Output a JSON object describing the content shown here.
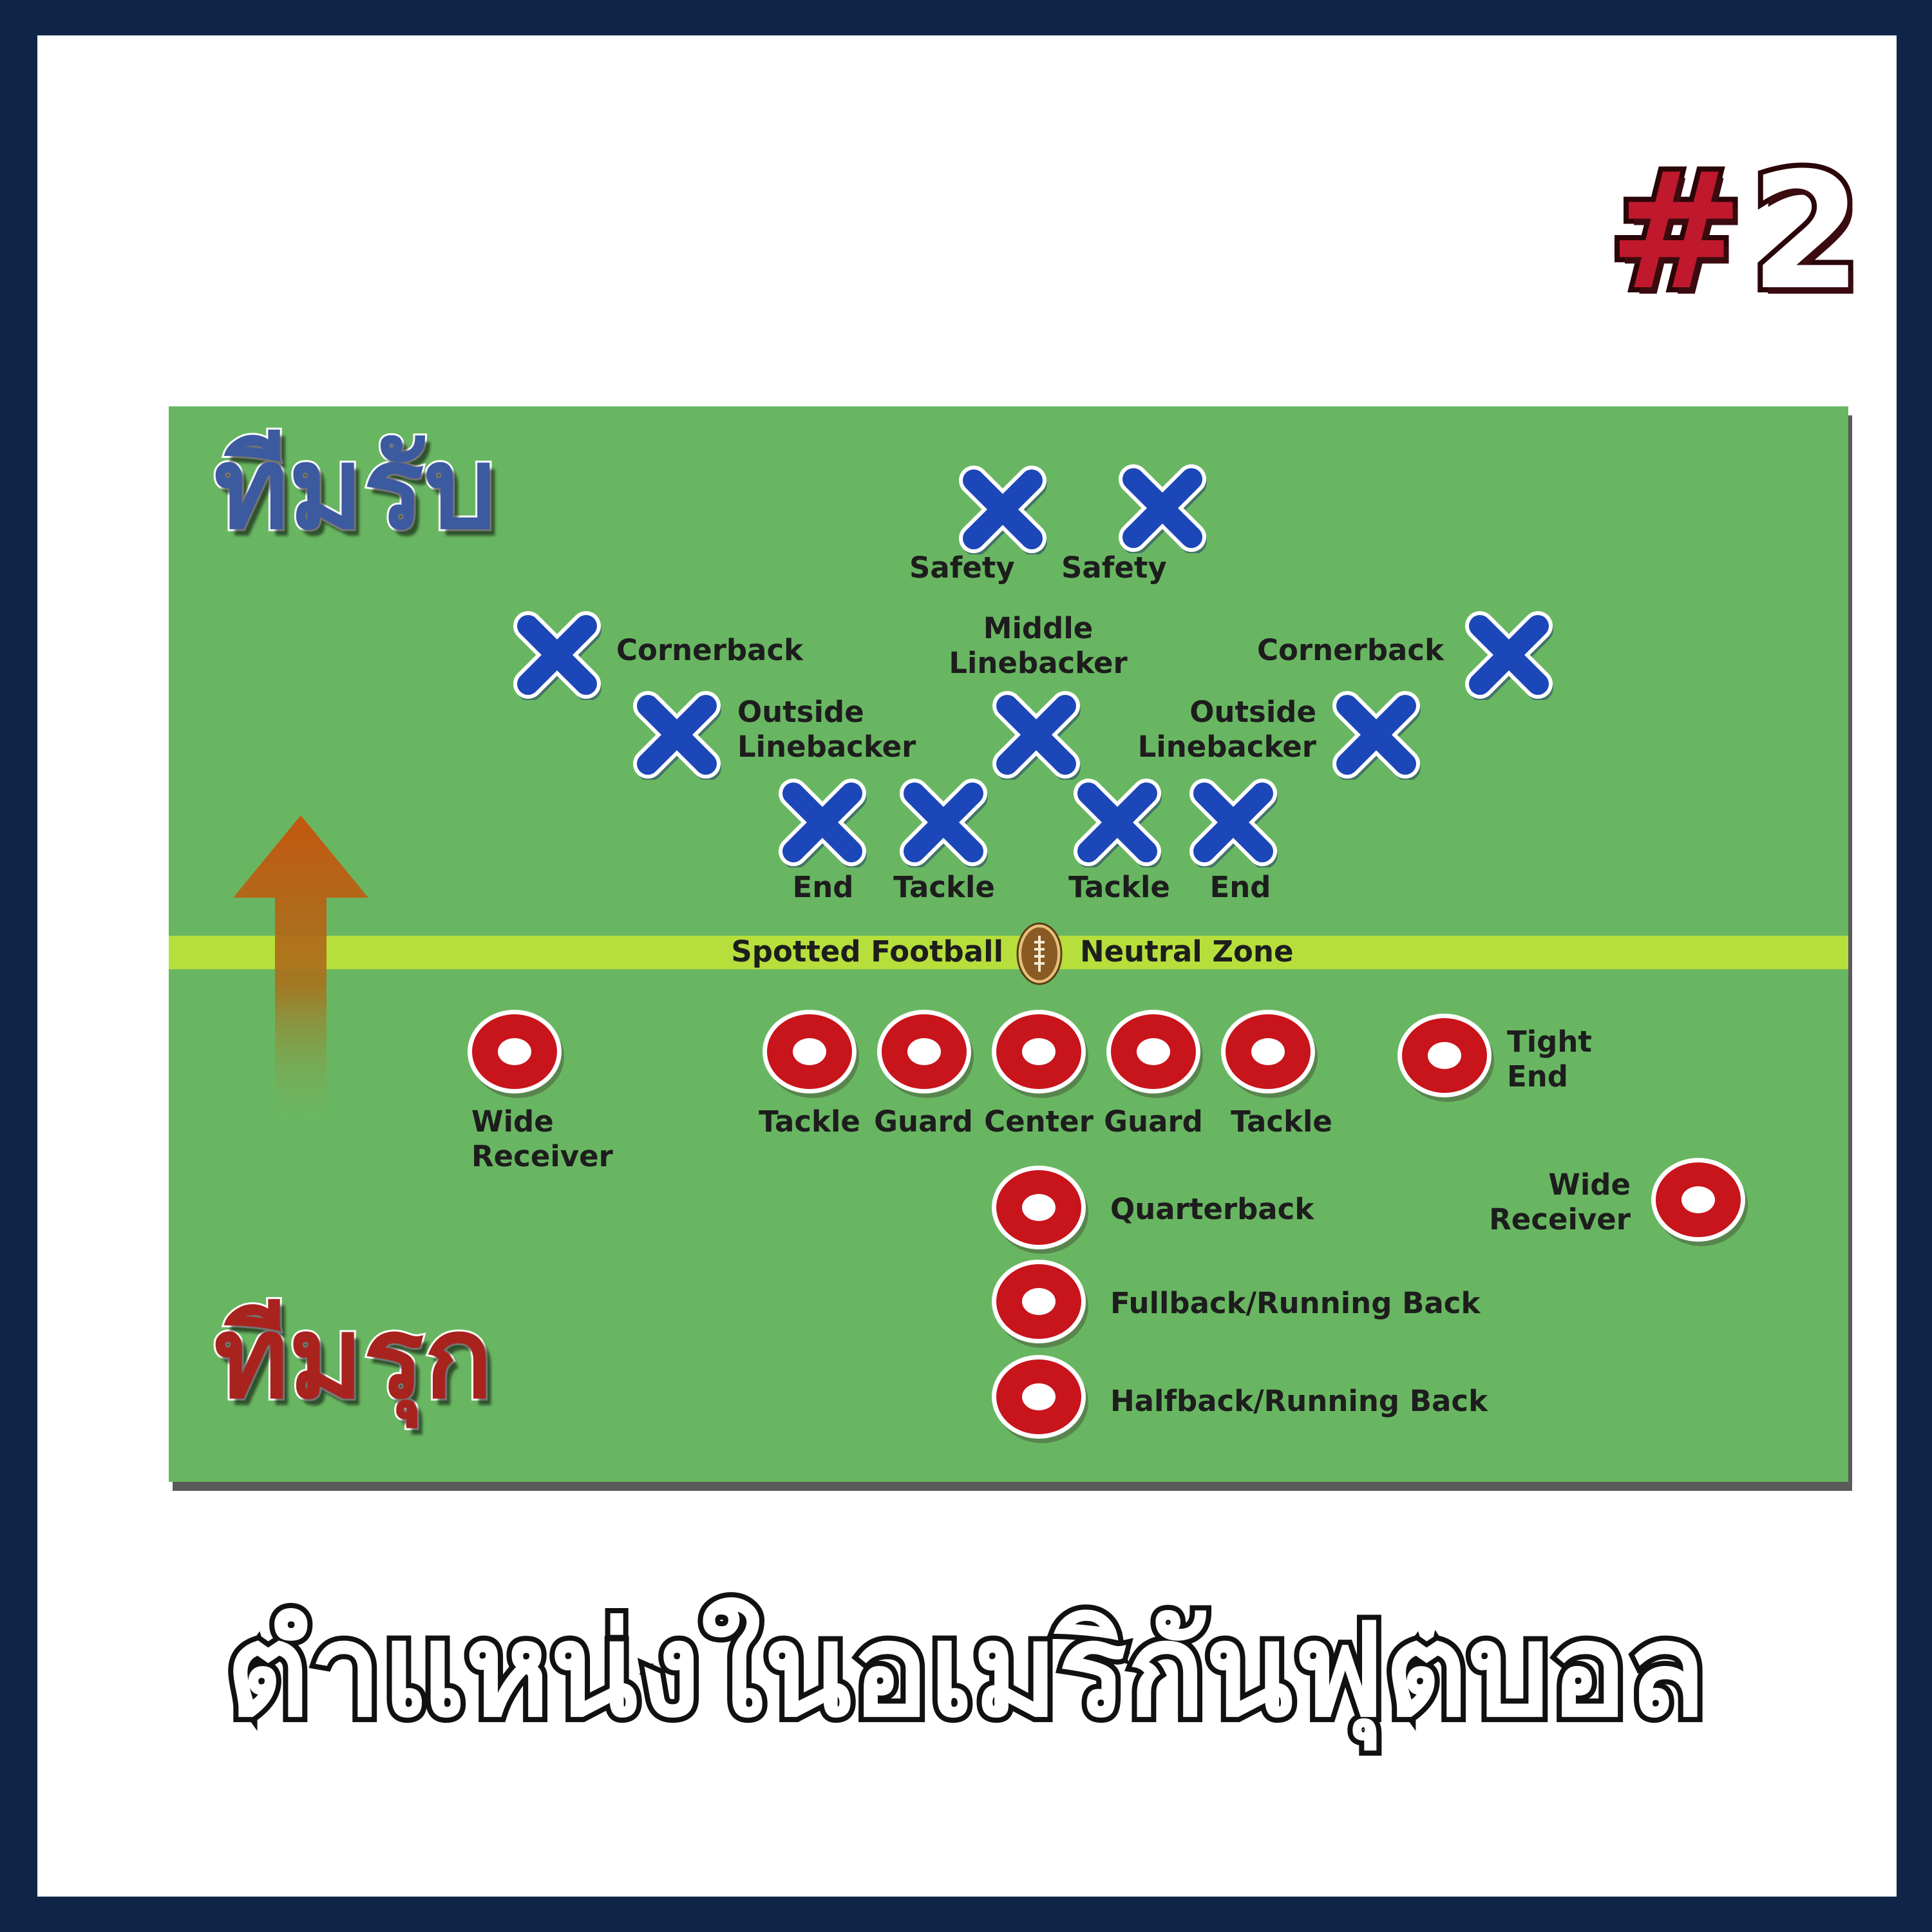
{
  "badge": {
    "hash": "#",
    "number": "2"
  },
  "defense_label": "ทีมรับ",
  "offense_label": "ทีมรุก",
  "neutral_zone": {
    "left_text": "Spotted Football",
    "right_text": "Neutral Zone"
  },
  "defense_labels": {
    "safety_left": "Safety",
    "safety_right": "Safety",
    "cornerback_left": "Cornerback",
    "cornerback_right": "Cornerback",
    "middle_linebacker": "Middle\nLinebacker",
    "outside_linebacker_left": "Outside\nLinebacker",
    "outside_linebacker_right": "Outside\nLinebacker",
    "end_left": "End",
    "tackle_left": "Tackle",
    "tackle_right": "Tackle",
    "end_right": "End"
  },
  "offense_labels": {
    "wide_receiver_left": "Wide\nReceiver",
    "tackle_left": "Tackle",
    "guard_left": "Guard",
    "center": "Center",
    "guard_right": "Guard",
    "tackle_right": "Tackle",
    "tight_end": "Tight\nEnd",
    "quarterback": "Quarterback",
    "wide_receiver_right": "Wide\nReceiver",
    "fullback": "Fullback/Running Back",
    "halfback": "Halfback/Running Back"
  },
  "title": "ตำแหน่งในอเมริกันฟุตบอล",
  "colors": {
    "background": "#0f2447",
    "field": "#69b662",
    "neutral_zone": "#b6df3c",
    "defense": "#1c47b8",
    "offense": "#c8141b",
    "badge_hash": "#c0182c"
  }
}
